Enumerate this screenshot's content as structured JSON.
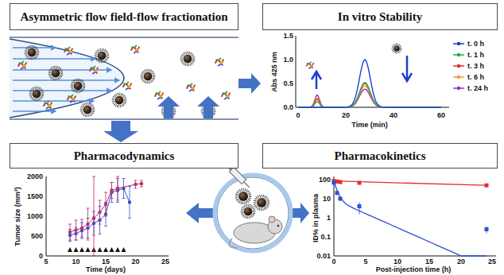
{
  "diagram": {
    "nodes": [
      {
        "text": [
          "Asymmetric flow field-flow fractionation"
        ]
      },
      {
        "text": [
          "In vitro Stability"
        ]
      },
      {
        "text": [
          "Pharmacodynamics"
        ]
      },
      {
        "text": [
          "Pharmacokinetics"
        ]
      }
    ],
    "labels": [
      "Abs 425 nm",
      "0.0",
      "0.5",
      "1.0",
      "1.5",
      "0",
      "20",
      "40",
      "60",
      "Time (min)",
      "Tumor size (mm³)",
      "0",
      "500",
      "1000",
      "1500",
      "2000",
      "5",
      "10",
      "15",
      "20",
      "25",
      "Time (days)",
      "ID% in plasma",
      "100",
      "10",
      "1",
      "0.1",
      "0.01",
      "0",
      "5",
      "10",
      "15",
      "20",
      "25",
      "Post-injection time (h)"
    ],
    "legend": [
      {
        "text": "t. 0 h",
        "color": "#1f3fd0"
      },
      {
        "text": "t. 1 h",
        "color": "#22b14c"
      },
      {
        "text": "t. 3 h",
        "color": "#e03030"
      },
      {
        "text": "t. 6 h",
        "color": "#f0a030"
      },
      {
        "text": "t. 24 h",
        "color": "#9b30c0"
      }
    ]
  }
}
